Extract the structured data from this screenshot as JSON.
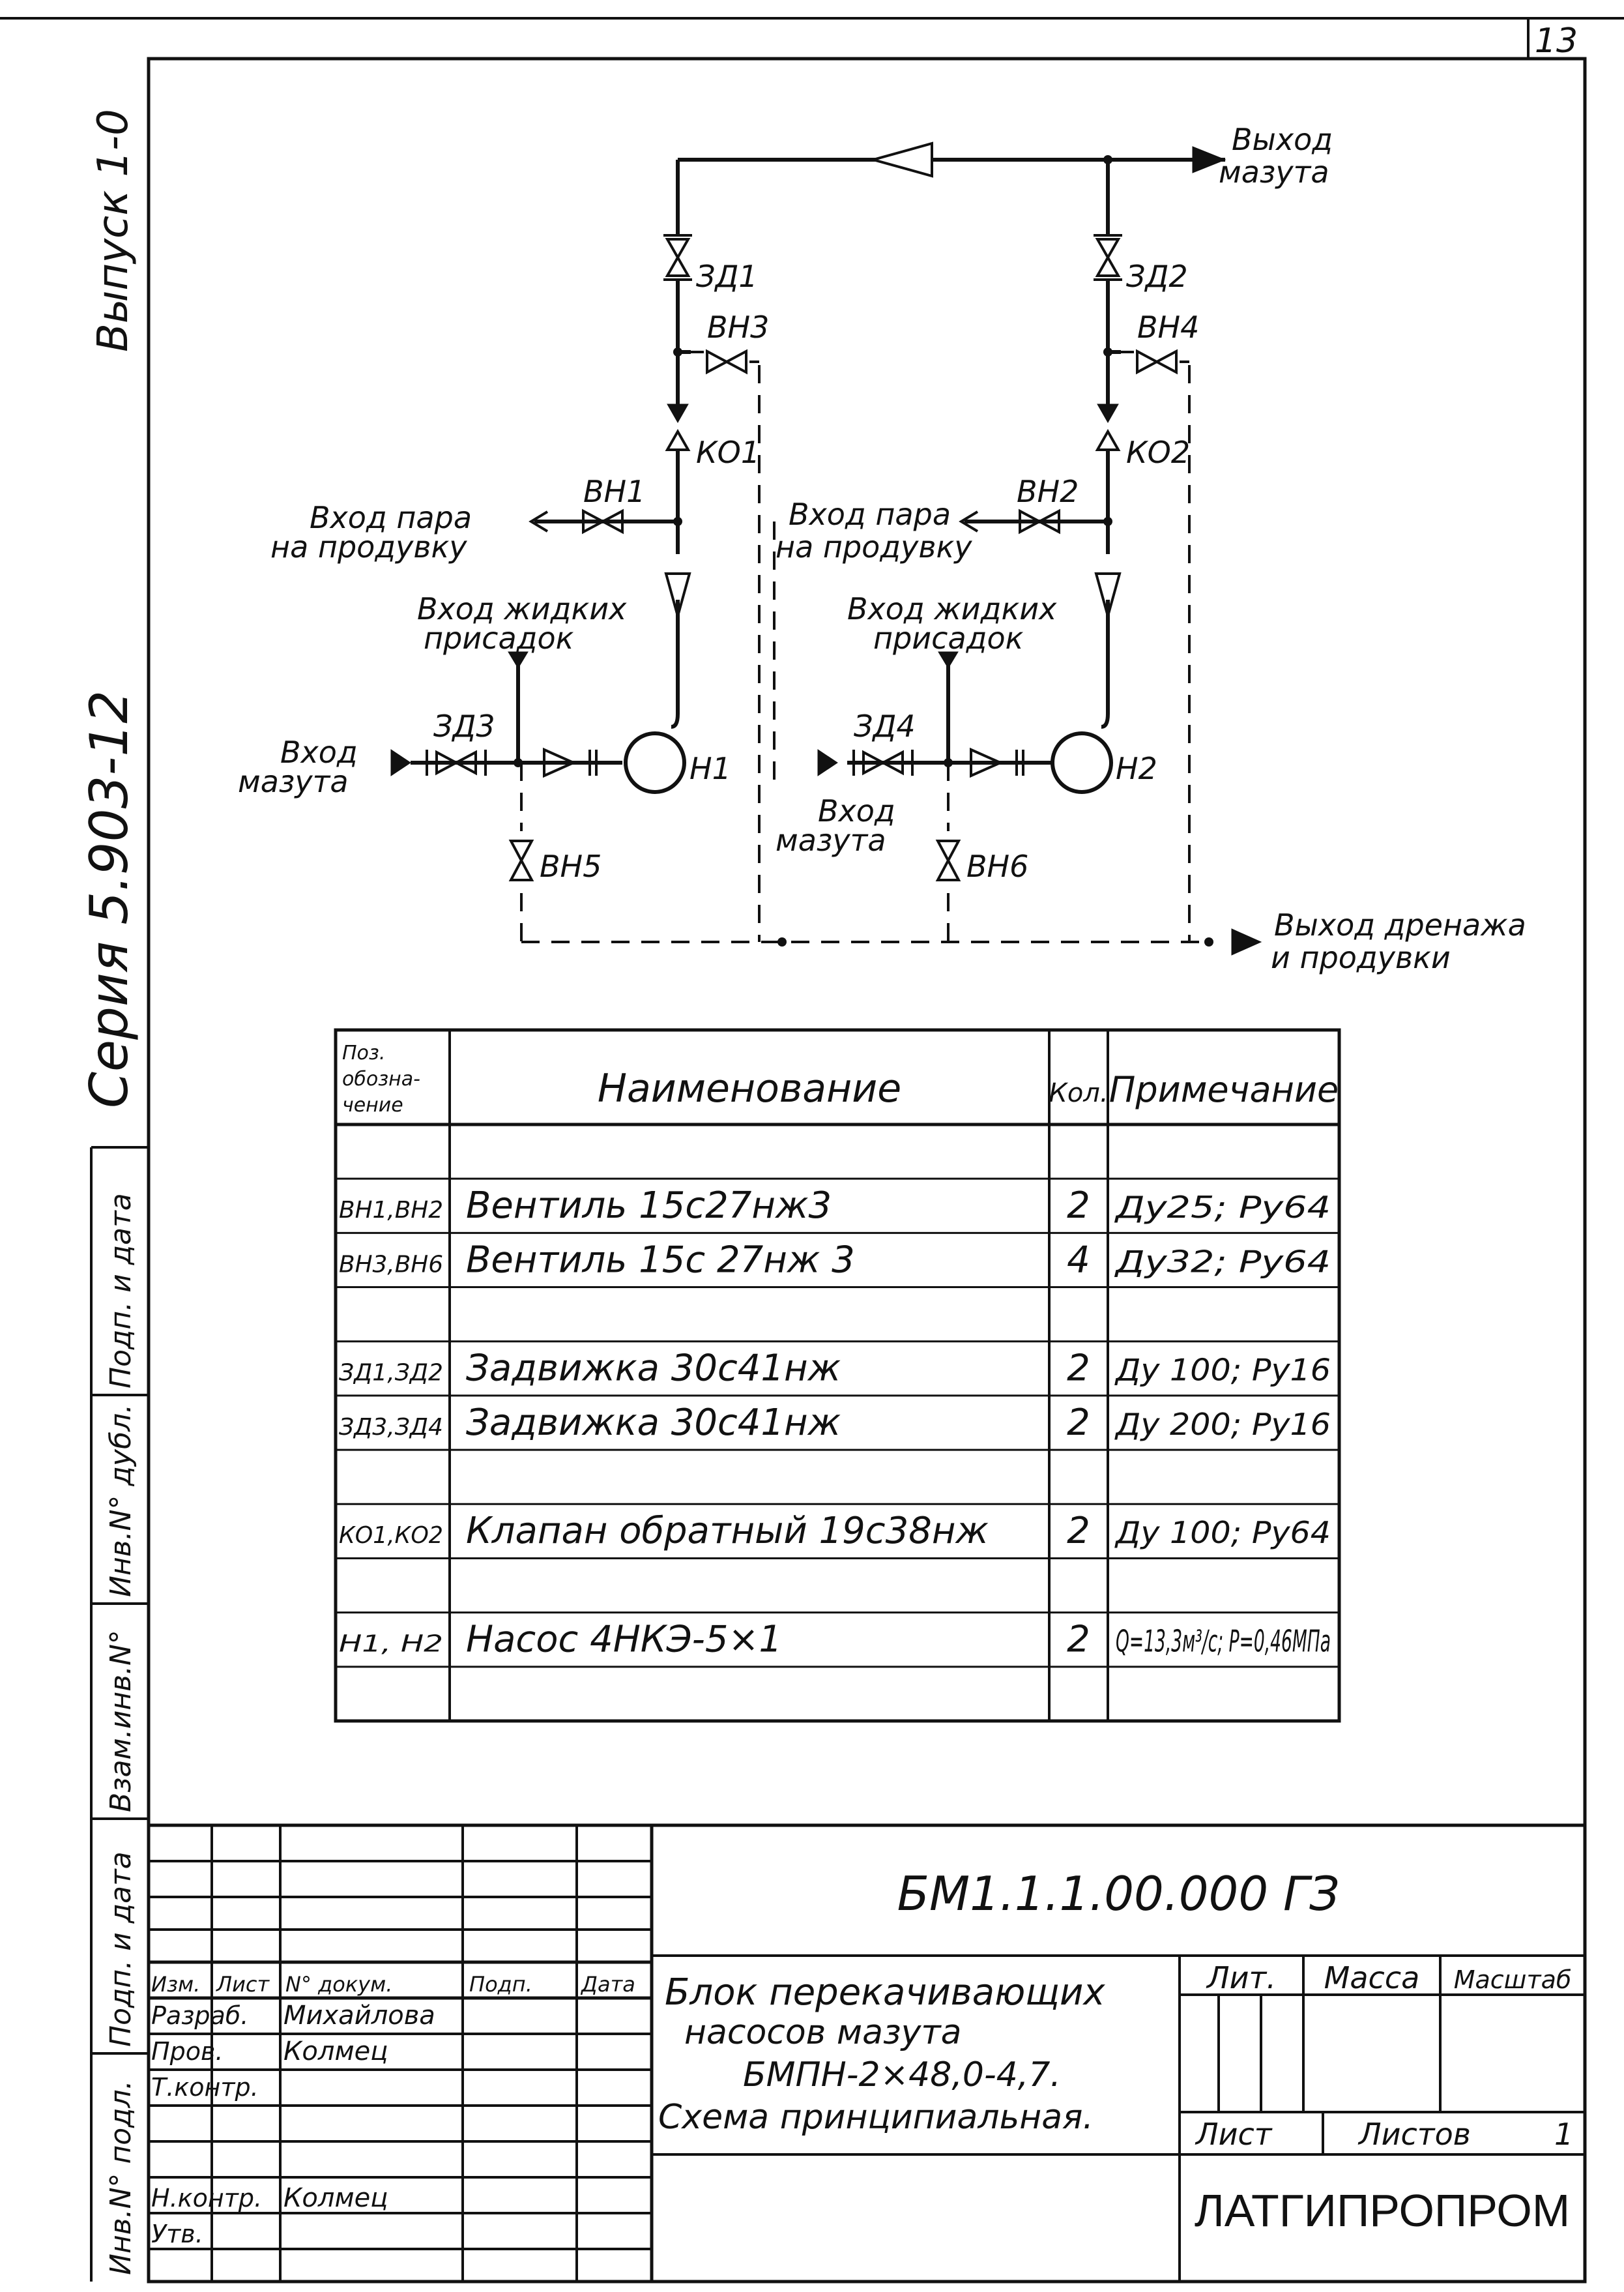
{
  "sheet": {
    "number": "13"
  },
  "side_stamp": {
    "issue": "Выпуск 1-0",
    "series": "Серия 5.903-12"
  },
  "side_columns": [
    "Инв.N° подл.",
    "Подп. и дата",
    "Взам.инв.N°",
    "Инв.N° дубл.",
    "Подп. и дата"
  ],
  "diagram": {
    "outlet_fuel": [
      "Выход",
      "мазута"
    ],
    "steam_inlet_1": [
      "Вход пара",
      "на продувку"
    ],
    "steam_inlet_2": [
      "Вход пара",
      "на продувку"
    ],
    "additives_1": [
      "Вход жидких",
      "присадок"
    ],
    "additives_2": [
      "Вход жидких",
      "присадок"
    ],
    "fuel_inlet_1": [
      "Вход",
      "мазута"
    ],
    "fuel_inlet_2": [
      "Вход",
      "мазута"
    ],
    "drain_outlet": [
      "Выход дренажа",
      "и продувки"
    ],
    "labels": {
      "zd1": "ЗД1",
      "zd2": "ЗД2",
      "zd3": "ЗД3",
      "zd4": "ЗД4",
      "vn1": "ВН1",
      "vn2": "ВН2",
      "vn3": "ВН3",
      "vn4": "ВН4",
      "vn5": "ВН5",
      "vn6": "ВН6",
      "ko1": "КО1",
      "ko2": "КО2",
      "n1": "Н1",
      "n2": "Н2"
    }
  },
  "spec_table": {
    "headers": {
      "pos": [
        "Поз.",
        "обозна-",
        "чение"
      ],
      "name": "Наименование",
      "qty": "Кол.",
      "note": "Примечание"
    },
    "rows": [
      {
        "pos": "",
        "name": "",
        "qty": "",
        "note": ""
      },
      {
        "pos": "ВН1,ВН2",
        "name": "Вентиль 15с27нж3",
        "qty": "2",
        "note": "Ду25; Ру64"
      },
      {
        "pos": "ВН3,ВН6",
        "name": "Вентиль 15с 27нж 3",
        "qty": "4",
        "note": "Ду32; Ру64"
      },
      {
        "pos": "",
        "name": "",
        "qty": "",
        "note": ""
      },
      {
        "pos": "ЗД1,ЗД2",
        "name": "Задвижка 30с41нж",
        "qty": "2",
        "note": "Ду 100; Ру16"
      },
      {
        "pos": "ЗД3,ЗД4",
        "name": "Задвижка 30с41нж",
        "qty": "2",
        "note": "Ду 200; Ру16"
      },
      {
        "pos": "",
        "name": "",
        "qty": "",
        "note": ""
      },
      {
        "pos": "КО1,КО2",
        "name": "Клапан обратный 19с38нж",
        "qty": "2",
        "note": "Ду 100; Ру64"
      },
      {
        "pos": "",
        "name": "",
        "qty": "",
        "note": ""
      },
      {
        "pos": "Н1, Н2",
        "name": "Насос 4НКЭ-5×1",
        "qty": "2",
        "note": "Q=13,3м³/с; P=0,46МПа"
      },
      {
        "pos": "",
        "name": "",
        "qty": "",
        "note": ""
      }
    ]
  },
  "title_block": {
    "doc_code": "БМ1.1.1.00.000 ГЗ",
    "col_headers": [
      "Изм.",
      "Лист",
      "N° докум.",
      "Подп.",
      "Дата"
    ],
    "roles": [
      {
        "role": "Разраб.",
        "name": "Михайлова"
      },
      {
        "role": "Пров.",
        "name": "Колмец"
      },
      {
        "role": "Т.контр.",
        "name": ""
      },
      {
        "role": "",
        "name": ""
      },
      {
        "role": "Н.контр.",
        "name": "Колмец"
      },
      {
        "role": "Утв.",
        "name": ""
      }
    ],
    "title": [
      "Блок перекачивающих",
      "насосов мазута",
      "БМПН-2×48,0-4,7.",
      "Схема принципиальная."
    ],
    "lit": "Лит.",
    "mass": "Масса",
    "scale": "Масштаб",
    "sheet_label": "Лист",
    "sheets_label": "Листов",
    "sheets_count": "1",
    "org": "ЛАТГИПРОПРОМ"
  }
}
